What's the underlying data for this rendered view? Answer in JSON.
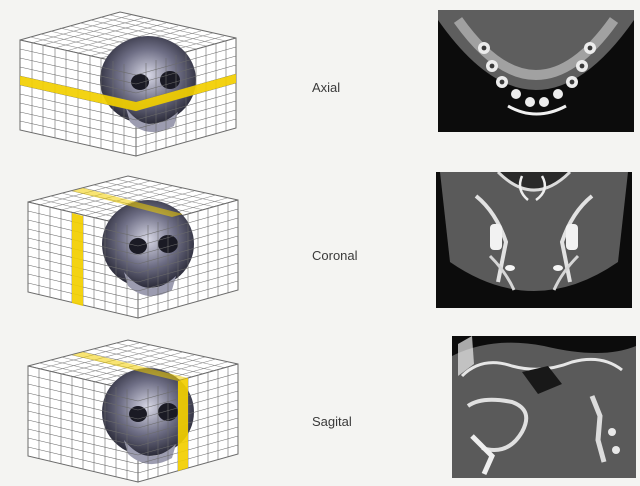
{
  "figure": {
    "rows": [
      {
        "plane": "axial",
        "label": "Axial",
        "slice_highlight": "horizontal"
      },
      {
        "plane": "coronal",
        "label": "Coronal",
        "slice_highlight": "frontal"
      },
      {
        "plane": "sagittal",
        "label": "Sagital",
        "slice_highlight": "lateral"
      }
    ],
    "colors": {
      "background": "#f4f4f2",
      "grid_line": "#6b6b6b",
      "slice_highlight": "#f2cf00",
      "scan_background": "#101010",
      "bone": "#e8e8e8",
      "soft_tissue": "#7a7a7a"
    }
  }
}
